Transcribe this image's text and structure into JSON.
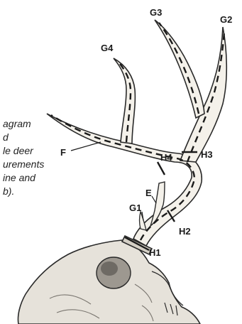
{
  "caption_lines": [
    "agram",
    "d",
    "le deer",
    "urements",
    "ine and",
    "b)."
  ],
  "labels": {
    "g1": "G1",
    "g2": "G2",
    "g3": "G3",
    "g4": "G4",
    "e": "E",
    "f": "F",
    "h1": "H1",
    "h2": "H2",
    "h3": "H3",
    "h4": "H4"
  },
  "colors": {
    "outline": "#2a2a2a",
    "antler_fill": "#f4f1ea",
    "skull_fill": "#e6e2da",
    "skull_shade": "#7a7670"
  }
}
